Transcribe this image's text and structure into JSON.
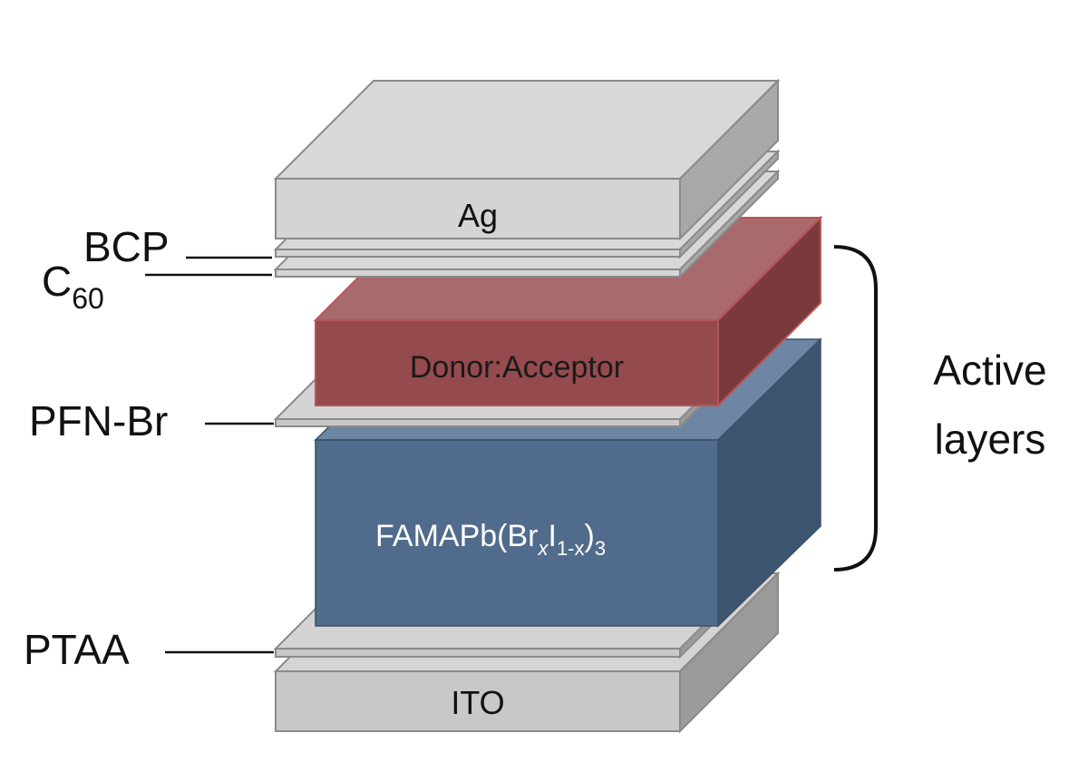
{
  "layers": {
    "ito": {
      "label": "ITO",
      "front": "#c8c8c8",
      "top": "#d4d4d4",
      "side": "#9a9a9a"
    },
    "ptaa": {
      "label": "PTAA",
      "front": "#c8c8c8",
      "top": "#d4d4d4",
      "side": "#9a9a9a"
    },
    "perovskite": {
      "label_main": "FAMAPb(Br",
      "label_x": "x",
      "label_i": "I",
      "label_sub": "1-x",
      "label_close": ")",
      "label_3": "3",
      "front": "#506b8b",
      "top": "#6c86a4",
      "side": "#3e5570",
      "text_color": "#ffffff"
    },
    "pfnbr": {
      "label": "PFN-Br",
      "front": "#c8c8c8",
      "top": "#d4d4d4",
      "side": "#9a9a9a"
    },
    "donor_acceptor": {
      "label": "Donor:Acceptor",
      "front": "#954a4d",
      "top": "#a86a6c",
      "side": "#7a3a3c",
      "edge": "#b85456"
    },
    "c60": {
      "label_c": "C",
      "label_sub": "60"
    },
    "bcp": {
      "label": "BCP"
    },
    "ag": {
      "label": "Ag",
      "front": "#d4d4d4",
      "top": "#d8d8d8",
      "side": "#a8a8a8"
    }
  },
  "bracket": {
    "label_line1": "Active",
    "label_line2": "layers"
  },
  "edge_color": "#8a8a8a"
}
